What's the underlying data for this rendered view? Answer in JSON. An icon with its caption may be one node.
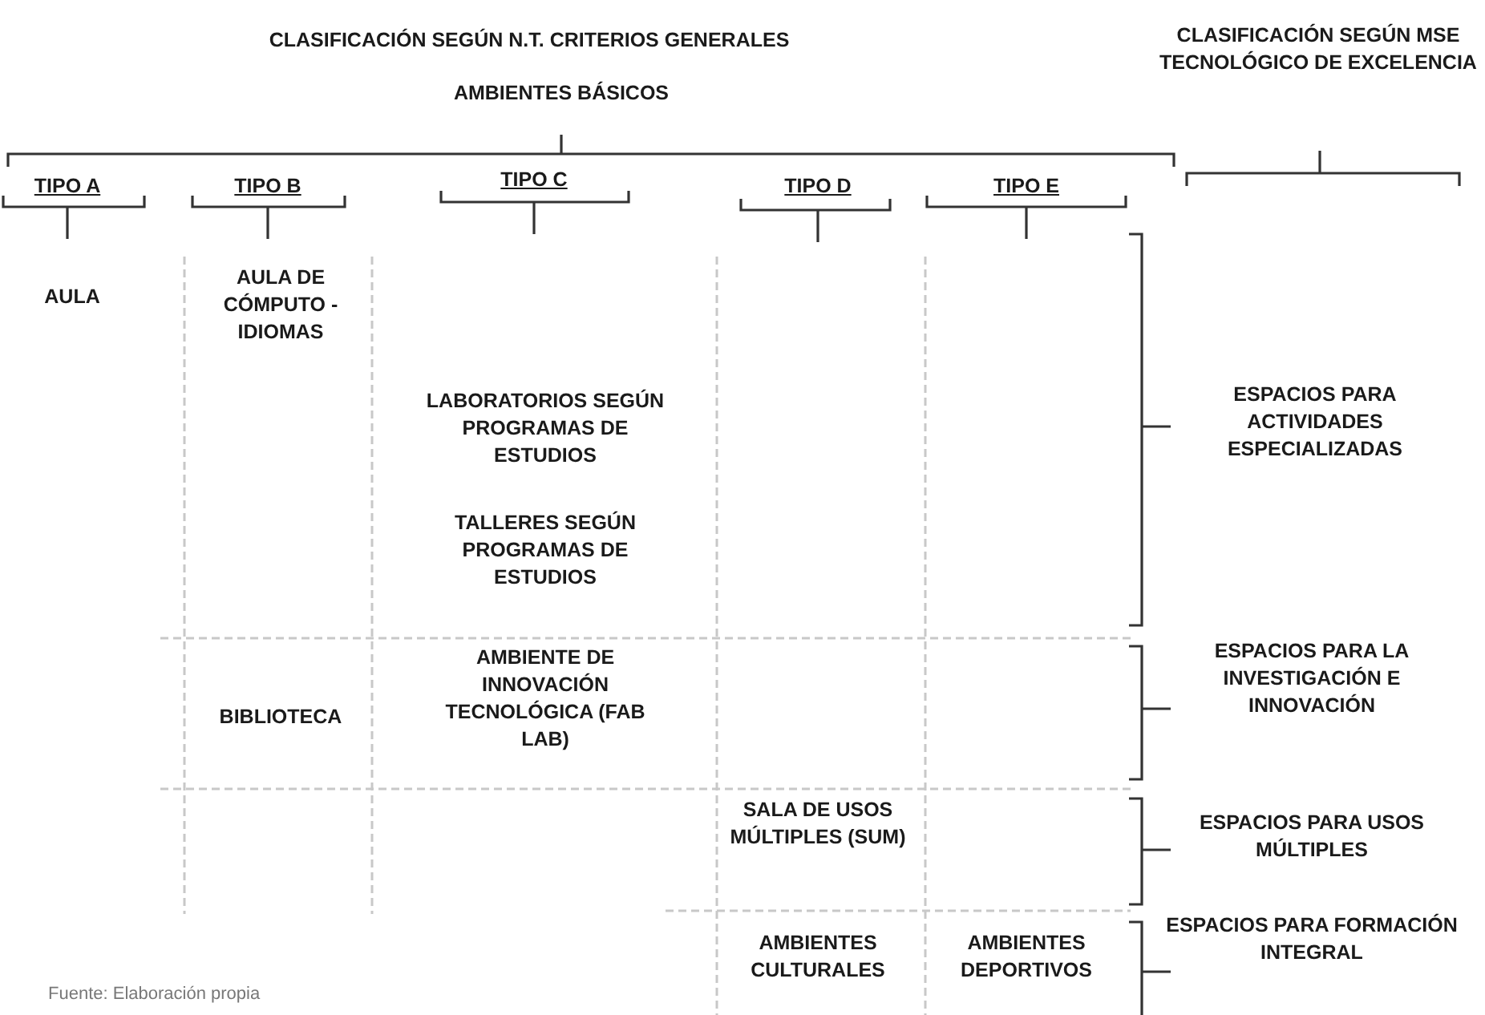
{
  "diagram": {
    "labels": [
      "CLASIFICACIÓN SEGÚN N.T. CRITERIOS GENERALES",
      "CLASIFICACIÓN SEGÚN MSE TECNOLÓGICO DE EXCELENCIA",
      "AMBIENTES BÁSICOS",
      "TIPO A",
      "TIPO B",
      "TIPO C",
      "TIPO D",
      "TIPO E",
      "AULA",
      "AULA DE CÓMPUTO - IDIOMAS",
      "LABORATORIOS SEGÚN PROGRAMAS DE ESTUDIOS",
      "TALLERES SEGÚN PROGRAMAS DE ESTUDIOS",
      "ESPACIOS PARA ACTIVIDADES ESPECIALIZADAS",
      "BIBLIOTECA",
      "AMBIENTE DE INNOVACIÓN TECNOLÓGICA (FAB LAB)",
      "ESPACIOS PARA LA INVESTIGACIÓN E INNOVACIÓN",
      "SALA DE USOS MÚLTIPLES (SUM)",
      "ESPACIOS PARA USOS MÚLTIPLES",
      "AMBIENTES CULTURALES",
      "AMBIENTES DEPORTIVOS",
      "ESPACIOS PARA FORMACIÓN INTEGRAL",
      "Fuente: Elaboración propia"
    ]
  }
}
